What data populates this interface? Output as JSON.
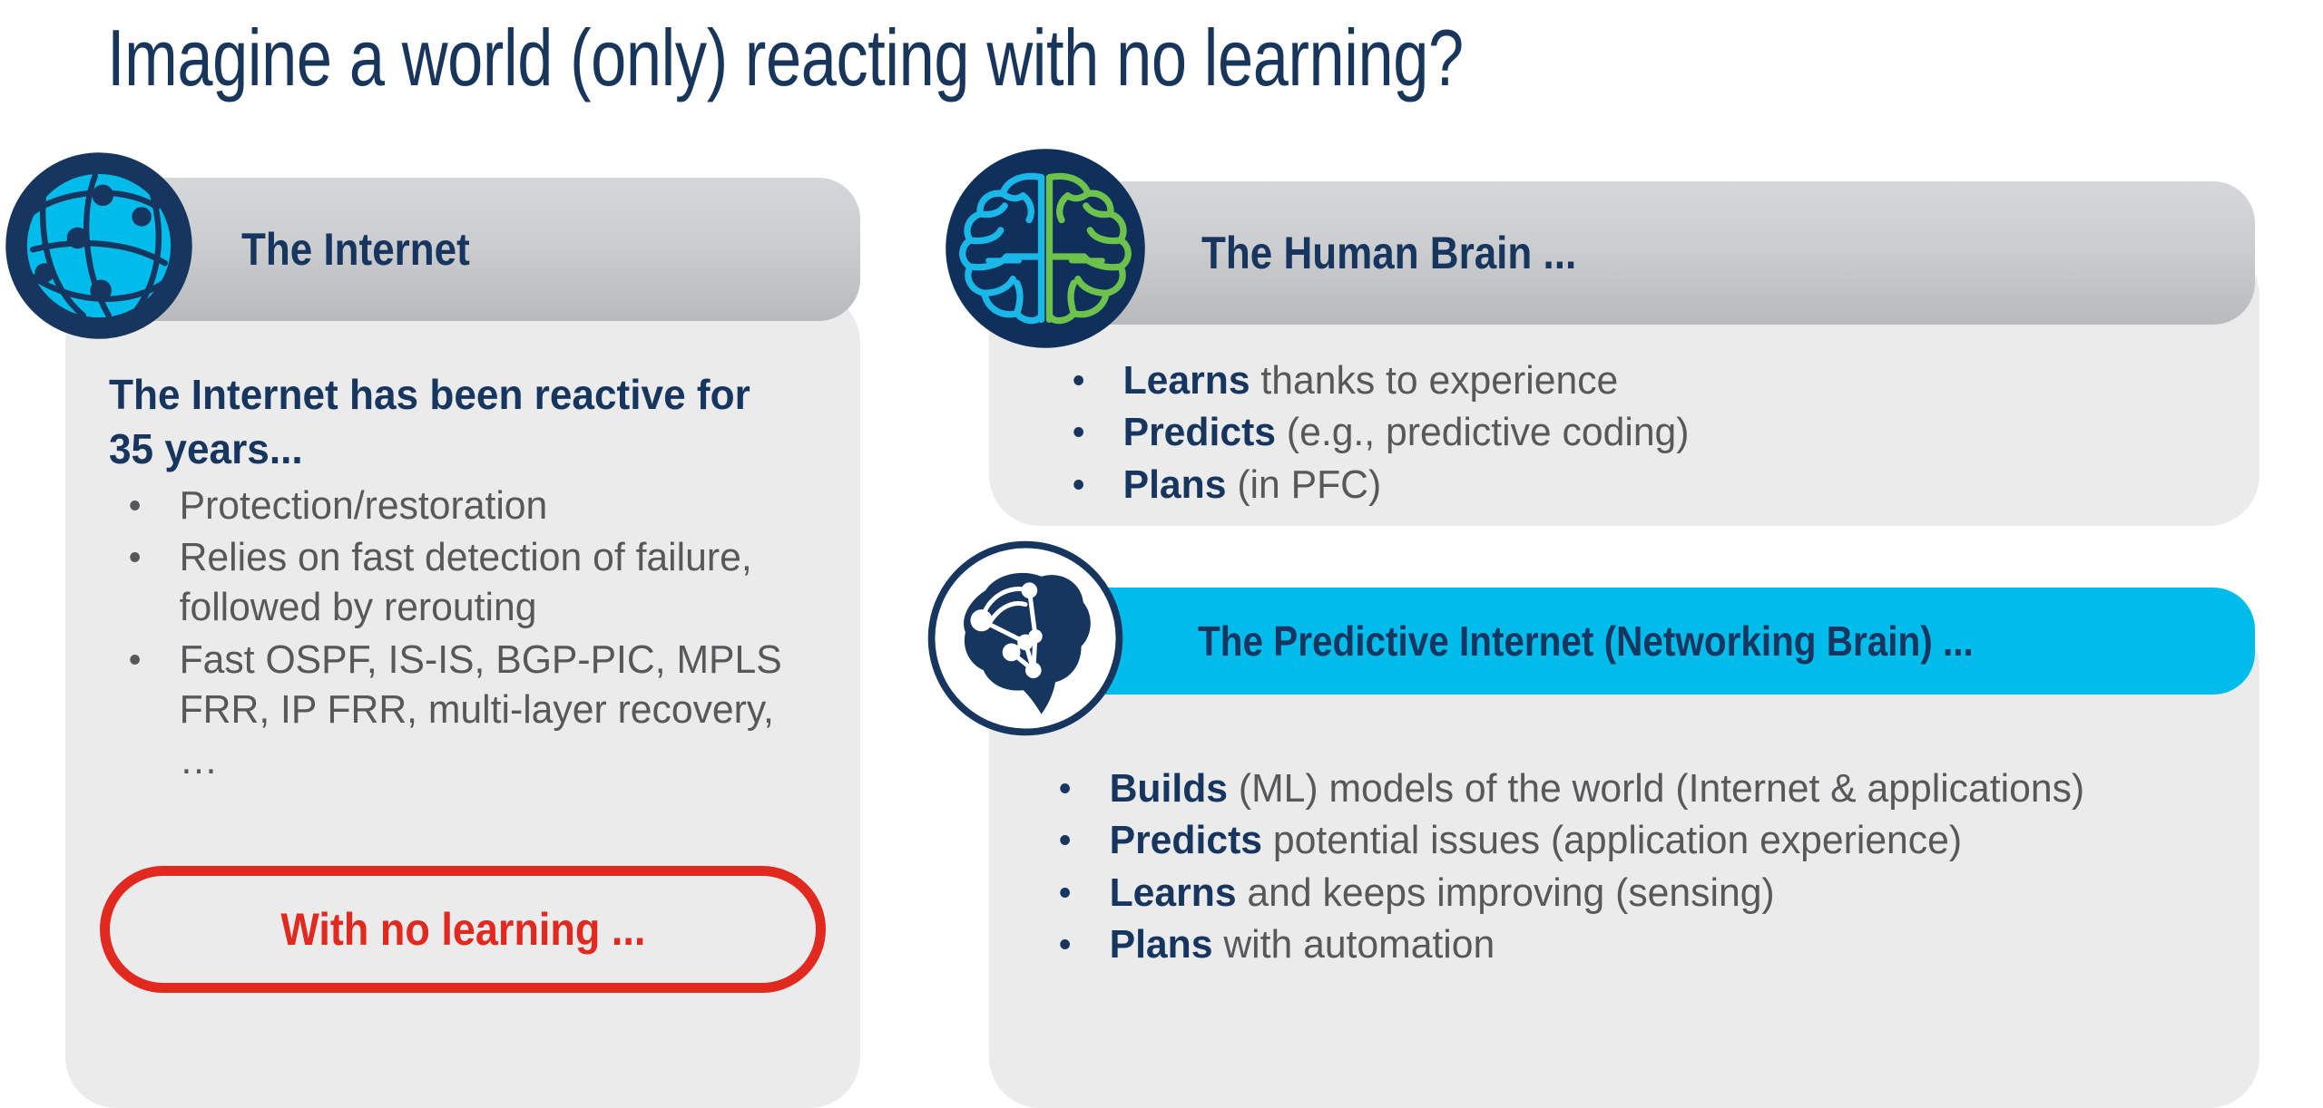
{
  "slide": {
    "title": "Imagine a world (only) reacting with no learning?",
    "colors": {
      "navy": "#16355f",
      "cyan": "#00bceb",
      "green": "#6cc24a",
      "red": "#e22920",
      "card_gray": "#ebebec",
      "header_gray": "#cccdcf",
      "body_text_gray": "#58585b"
    }
  },
  "cards": {
    "internet": {
      "icon": "globe-network-icon",
      "header": "The Internet",
      "lead": "The Internet has been reactive for 35 years...",
      "bullets": [
        "Protection/restoration",
        "Relies on fast detection of failure, followed by rerouting",
        "Fast OSPF, IS-IS, BGP-PIC, MPLS FRR, IP FRR, multi-layer recovery, …"
      ],
      "callout": "With no learning ..."
    },
    "human_brain": {
      "icon": "human-brain-icon",
      "header": "The Human Brain ...",
      "bullets": [
        {
          "bold": "Learns",
          "rest": " thanks to experience"
        },
        {
          "bold": "Predicts",
          "rest": " (e.g., predictive coding)"
        },
        {
          "bold": "Plans",
          "rest": " (in PFC)"
        }
      ]
    },
    "predictive_internet": {
      "icon": "networking-brain-icon",
      "header": "The Predictive Internet (Networking Brain) ...",
      "bullets": [
        {
          "bold": "Builds",
          "rest": " (ML) models of the world (Internet & applications)"
        },
        {
          "bold": "Predicts",
          "rest": " potential issues (application experience)"
        },
        {
          "bold": "Learns",
          "rest": " and keeps improving (sensing)"
        },
        {
          "bold": "Plans",
          "rest": " with automation"
        }
      ]
    }
  }
}
